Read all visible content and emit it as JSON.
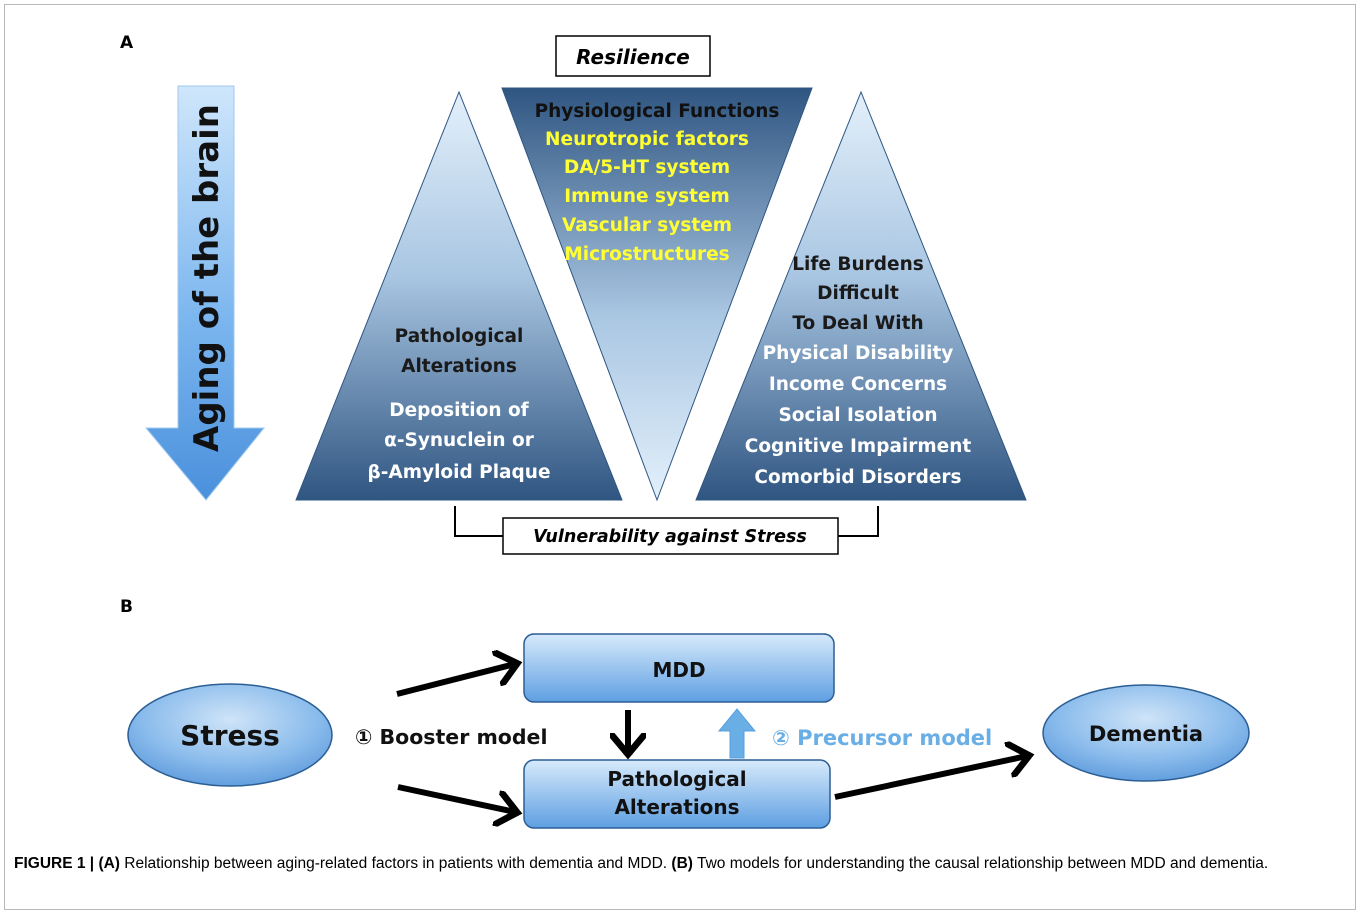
{
  "panel_a": {
    "label": "A",
    "aging_label": "Aging of the brain",
    "resilience_label": "Resilience",
    "vulnerability_label": "Vulnerability against Stress",
    "center_triangle": {
      "heading": "Physiological Functions",
      "items": [
        "Neurotropic factors",
        "DA/5-HT system",
        "Immune system",
        "Vascular system",
        "Microstructures"
      ]
    },
    "left_triangle": {
      "heading_lines": [
        "Pathological",
        "Alterations"
      ],
      "detail_lines": [
        "Deposition of",
        "α-Synuclein or",
        "β-Amyloid Plaque"
      ]
    },
    "right_triangle": {
      "heading_lines": [
        "Life Burdens",
        "Difficult",
        "To Deal With"
      ],
      "items": [
        "Physical Disability",
        "Income Concerns",
        "Social Isolation",
        "Cognitive Impairment",
        "Comorbid Disorders"
      ]
    }
  },
  "panel_b": {
    "label": "B",
    "stress": "Stress",
    "mdd": "MDD",
    "pathological_lines": [
      "Pathological",
      "Alterations"
    ],
    "dementia": "Dementia",
    "booster_model": "① Booster model",
    "precursor_model": "② Precursor model"
  },
  "caption": {
    "figure_label": "FIGURE 1 |",
    "a_label": "(A)",
    "a_text": " Relationship between aging-related factors in patients with dementia and MDD. ",
    "b_label": "(B)",
    "b_text": " Two models for understanding the causal relationship between MDD and dementia."
  },
  "colors": {
    "shape_light": "#dfeefa",
    "shape_dark": "#2f5581",
    "ellipse_mid": "#7fb6ea",
    "yellow_text": "#ffff33",
    "precursor_blue": "#6aaee6"
  }
}
